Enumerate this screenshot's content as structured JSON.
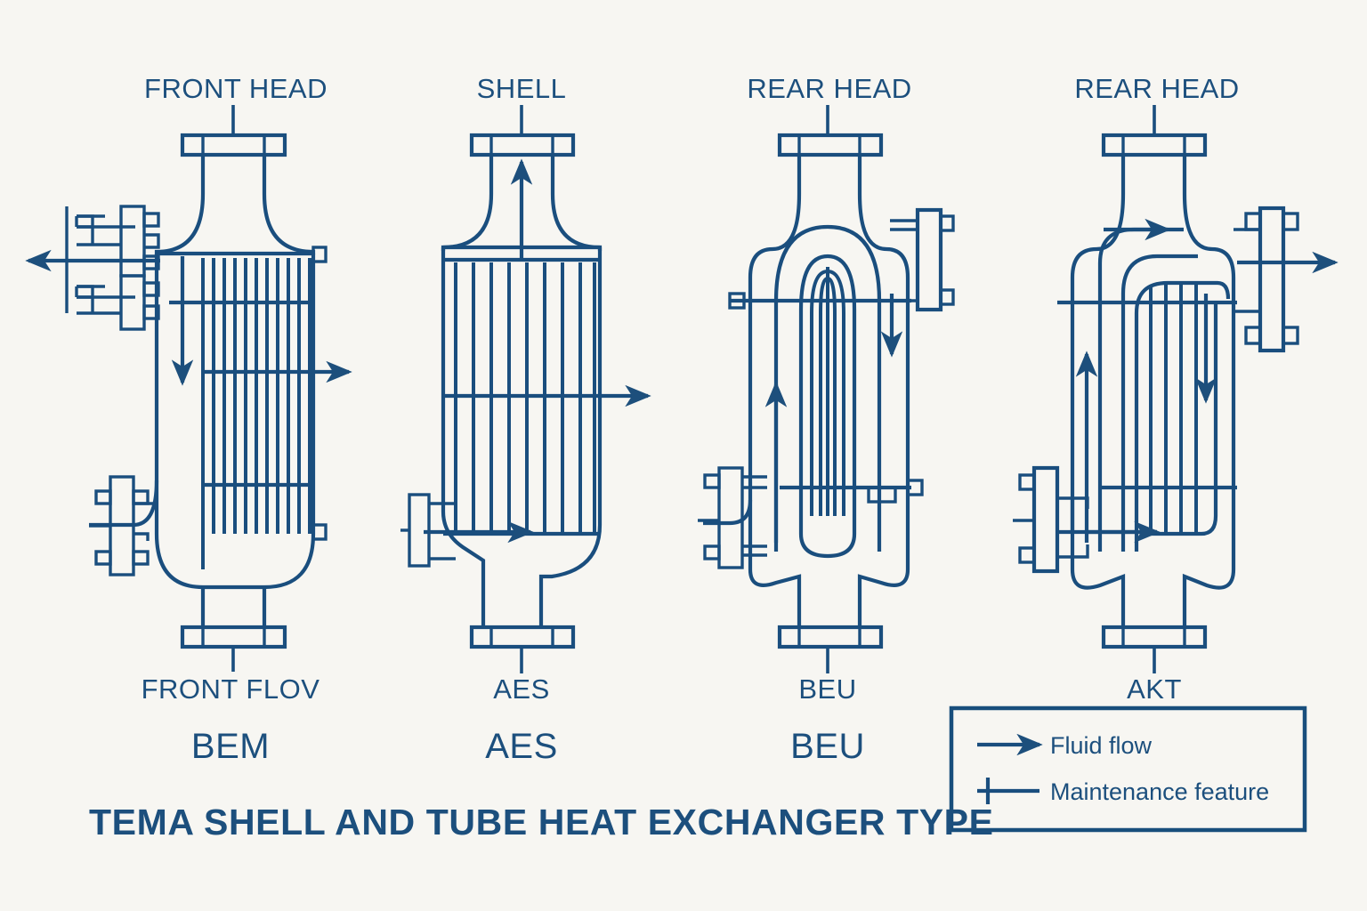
{
  "page": {
    "title": "TEMA SHELL AND TUBE HEAT EXCHANGER TYPE",
    "background_color": "#f7f6f2",
    "line_color": "#1a4e7e",
    "text_color": "#1c4f7d"
  },
  "diagram": {
    "kind": "engineering-line-drawing",
    "subject": "TEMA shell and tube heat exchanger types",
    "orientation": "vertical vessels, four side-by-side units"
  },
  "units": [
    {
      "id": "unit-1",
      "caption": "BEM",
      "top_label": "FRONT HEAD",
      "bottom_label": "FRONT FLOV",
      "tube_count": 11,
      "features": [
        "top flange nozzle",
        "bottom flange nozzle",
        "two stacked left-side maintenance flanges",
        "fixed tubesheet bundle",
        "downward internal flow arrow",
        "rightward shell-side exit arrow",
        "leftward outlet arrow"
      ]
    },
    {
      "id": "unit-2",
      "caption": "AES",
      "top_label": "SHELL",
      "bottom_label": "AES",
      "tube_count": 9,
      "features": [
        "top flange nozzle",
        "bottom flange nozzle",
        "upward internal flow arrow",
        "rightward shell-side exit arrow",
        "left-side removable channel flange"
      ]
    },
    {
      "id": "unit-3",
      "caption": "BEU",
      "top_label": "REAR HEAD",
      "bottom_label": "BEU",
      "tube_count": 5,
      "features": [
        "U-tube bundle with nested return bends",
        "top flange nozzle",
        "bottom flange nozzle",
        "tall right-side bolted flange plate",
        "upward and downward internal flow arrows",
        "left-side maintenance flange"
      ]
    },
    {
      "id": "unit-4",
      "caption": "AKT",
      "top_label": "REAR HEAD",
      "bottom_label": "AKT",
      "tube_count": 7,
      "features": [
        "removable bundle with rounded return header",
        "top flange nozzle",
        "bottom flange nozzle",
        "tall right-side bolted flange plate with outlet arrow",
        "upward and downward internal flow arrows",
        "left-side bolted flange with inlet arrow"
      ]
    }
  ],
  "legend": {
    "items": [
      {
        "symbol": "arrow-right-icon",
        "label": "Fluid flow"
      },
      {
        "symbol": "cross-line-icon",
        "label": "Maintenance feature"
      }
    ]
  }
}
